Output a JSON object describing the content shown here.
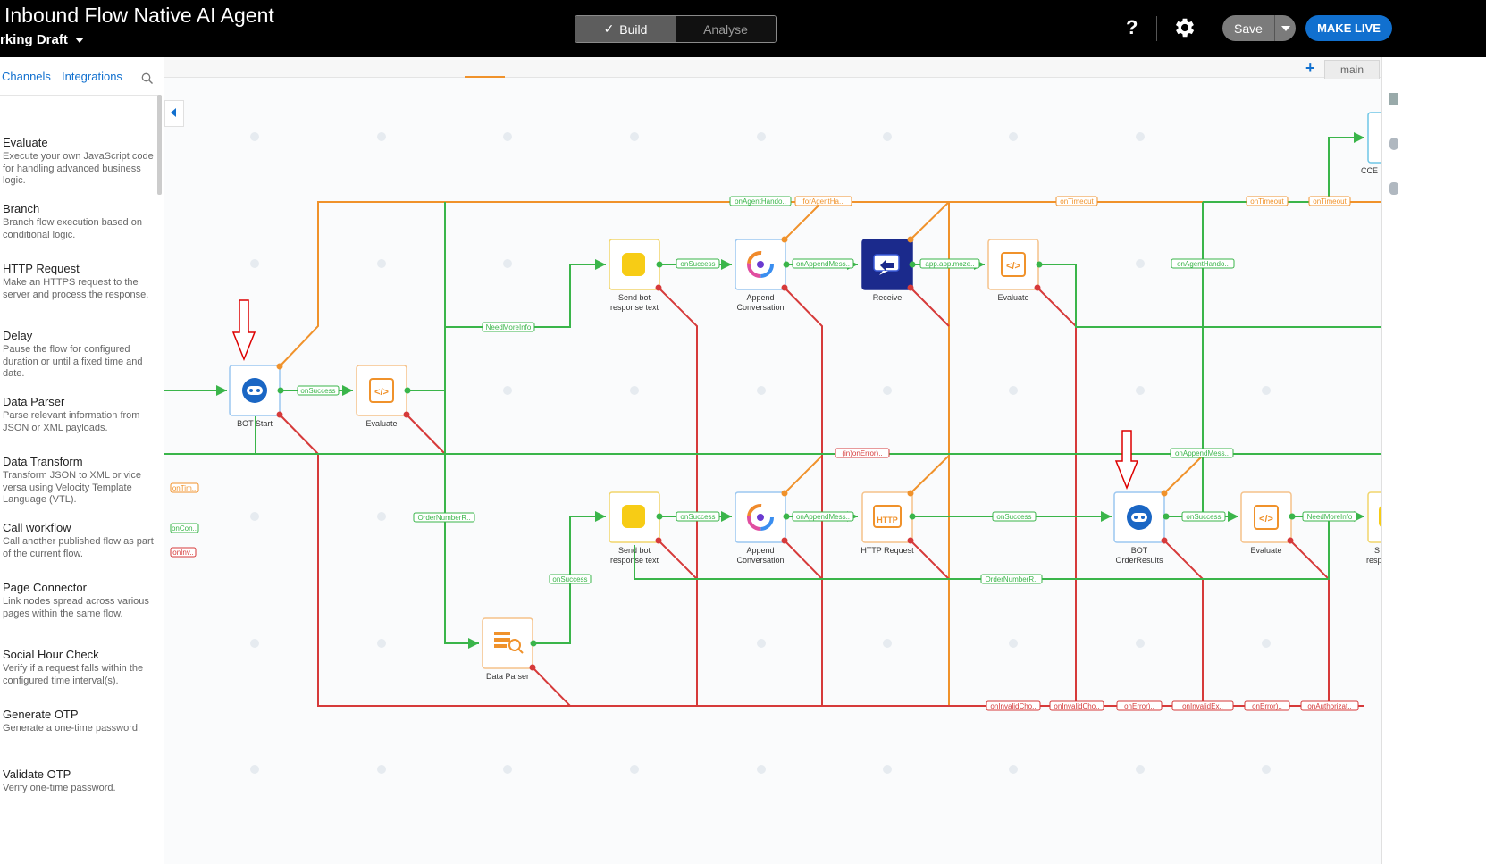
{
  "header": {
    "title": "Inbound Flow Native AI Agent",
    "draft": "rking Draft",
    "modes": [
      "Build",
      "Analyse"
    ],
    "help": "?",
    "save": "Save",
    "make_live": "MAKE LIVE"
  },
  "panel": {
    "tabs": [
      "Channels",
      "Integrations"
    ],
    "items": [
      {
        "title": "Evaluate",
        "desc": "Execute your own JavaScript code for handling advanced business logic."
      },
      {
        "title": "Branch",
        "desc": "Branch flow execution based on conditional logic."
      },
      {
        "title": "HTTP Request",
        "desc": "Make an HTTPS request to the server and process the response."
      },
      {
        "title": "Delay",
        "desc": "Pause the flow for configured duration or until a fixed time and date."
      },
      {
        "title": "Data Parser",
        "desc": "Parse relevant information from JSON or XML payloads."
      },
      {
        "title": "Data Transform",
        "desc": "Transform JSON to XML or vice versa using Velocity Template Language (VTL)."
      },
      {
        "title": "Call workflow",
        "desc": "Call another published flow as part of the current flow."
      },
      {
        "title": "Page Connector",
        "desc": "Link nodes spread across various pages within the same flow."
      },
      {
        "title": "Social Hour Check",
        "desc": "Verify if a request falls within the configured time interval(s)."
      },
      {
        "title": "Generate OTP",
        "desc": "Generate a one-time password."
      },
      {
        "title": "Validate OTP",
        "desc": "Verify one-time password."
      }
    ]
  },
  "canvas": {
    "tab": "main",
    "nodes": {
      "bot_start": "BOT Start",
      "evaluate1": "Evaluate",
      "send1": [
        "Send bot",
        "response text"
      ],
      "append1": [
        "Append",
        "Conversation"
      ],
      "receive": "Receive",
      "evaluate2": "Evaluate",
      "cce": "CCE (",
      "send2": [
        "Send bot",
        "response text"
      ],
      "append2": [
        "Append",
        "Conversation"
      ],
      "http": "HTTP Request",
      "bot_order": [
        "BOT",
        "OrderResults"
      ],
      "evaluate3": "Evaluate",
      "data_parser": "Data Parser",
      "send3": [
        "S",
        "resp"
      ]
    },
    "http_icon_text": "HTTP",
    "edge_labels": {
      "onSuccess": "onSuccess",
      "needMoreInfo": "NeedMoreInfo",
      "orderNumberR": "OrderNumberR..",
      "onAppendMess": "onAppendMess..",
      "appMoze": "app.app.moze..",
      "onAgentHando": "onAgentHando..",
      "forAgentHa": "forAgentHa..",
      "onTimeout": "onTimeout",
      "onTimeout2": "onTimeout",
      "onTimeout3": "onTimeout",
      "needMoreInfo2": "NeedMoreInfo",
      "onError": "(in)onError)..",
      "onInvalidCho": "onInvalidCho..",
      "onInvalidCho2": "onInvalidCho..",
      "onError2": "onError)..",
      "onInvalidEx": "onInvalidEx..",
      "onError3": "onError)..",
      "onAuthorizat": "onAuthorizat..",
      "onTim": "onTim..",
      "onCon": "onCon..",
      "onInv": "onInv.."
    },
    "colors": {
      "success": "#3ab54a",
      "error": "#d63a3a",
      "warn": "#f0922b",
      "bot": "#1170cf"
    }
  }
}
